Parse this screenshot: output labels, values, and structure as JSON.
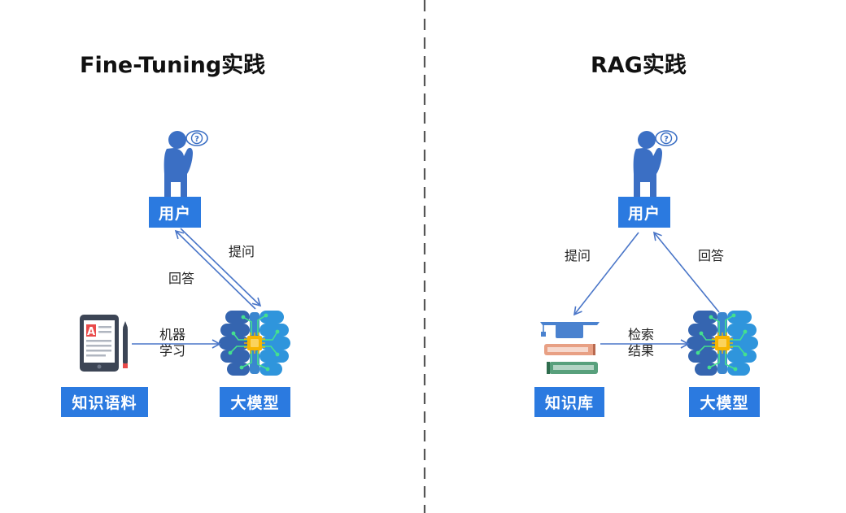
{
  "colors": {
    "box": "#2b7ae0",
    "arrow": "#4a76c8",
    "divider": "#555555",
    "person": "#3b6fc4",
    "brain_dark": "#3565b0",
    "brain_light": "#2f95dc",
    "chip": "#f7b500",
    "circuit": "#45e08e"
  },
  "left": {
    "title": "Fine-Tuning实践",
    "user_label": "用户",
    "corpus_label": "知识语料",
    "model_label": "大模型",
    "ask_label": "提问",
    "answer_label": "回答",
    "ml_line1": "机器",
    "ml_line2": "学习"
  },
  "right": {
    "title": "RAG实践",
    "user_label": "用户",
    "kb_label": "知识库",
    "model_label": "大模型",
    "ask_label": "提问",
    "answer_label": "回答",
    "retrieve_line1": "检索",
    "retrieve_line2": "结果"
  },
  "icons": {
    "person": "thinking-person-icon",
    "question": "question-bubble-icon",
    "tablet": "tablet-document-icon",
    "pen": "pen-icon",
    "brain": "ai-brain-chip-icon",
    "graduation_cap": "graduation-cap-icon",
    "books": "books-stack-icon",
    "question_mark": "?",
    "doc_letter": "A"
  }
}
